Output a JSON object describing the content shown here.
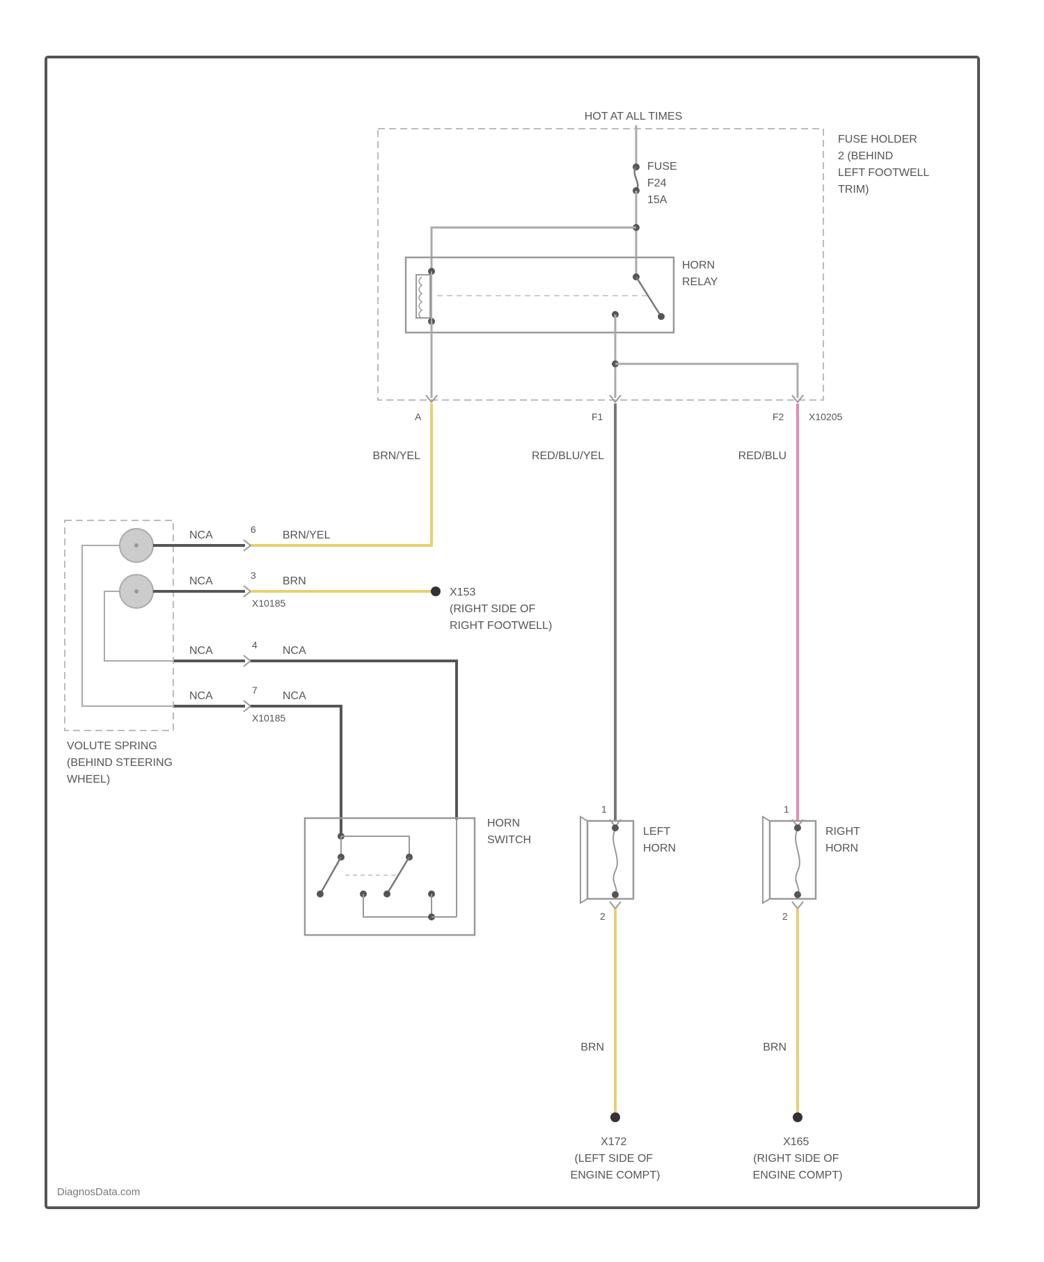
{
  "colors": {
    "frame": "#555555",
    "wire_gray": "#777777",
    "wire_light": "#aaaaaa",
    "wire_dark": "#555555",
    "wire_yellow": "#e8cf70",
    "wire_pink": "#e08ab8",
    "dash": "#bbbbbb"
  },
  "labels": {
    "hot_at_all_times": "HOT AT ALL TIMES",
    "fuse_holder": [
      "FUSE HOLDER",
      "2 (BEHIND",
      "LEFT FOOTWELL",
      "TRIM)"
    ],
    "fuse": [
      "FUSE",
      "F24",
      "15A"
    ],
    "horn_relay": [
      "HORN",
      "RELAY"
    ],
    "pin_a": "A",
    "pin_f1": "F1",
    "pin_f2": "F2",
    "connector_x10205": "X10205",
    "wire_brn_yel": "BRN/YEL",
    "wire_red_blu_yel": "RED/BLU/YEL",
    "wire_red_blu": "RED/BLU",
    "wire_nca": "NCA",
    "pin_6": "6",
    "pin_3": "3",
    "pin_4": "4",
    "pin_7": "7",
    "wire_brn": "BRN",
    "connector_x10185": "X10185",
    "ground_x153": [
      "X153",
      "(RIGHT SIDE OF",
      "RIGHT FOOTWELL)"
    ],
    "volute_spring": [
      "VOLUTE SPRING",
      "(BEHIND STEERING",
      "WHEEL)"
    ],
    "horn_switch": [
      "HORN",
      "SWITCH"
    ],
    "left_horn": [
      "LEFT",
      "HORN"
    ],
    "right_horn": [
      "RIGHT",
      "HORN"
    ],
    "pin_1": "1",
    "pin_2": "2",
    "ground_x172": [
      "X172",
      "(LEFT SIDE OF",
      "ENGINE COMPT)"
    ],
    "ground_x165": [
      "X165",
      "(RIGHT SIDE OF",
      "ENGINE COMPT)"
    ],
    "watermark": "DiagnosData.com"
  }
}
